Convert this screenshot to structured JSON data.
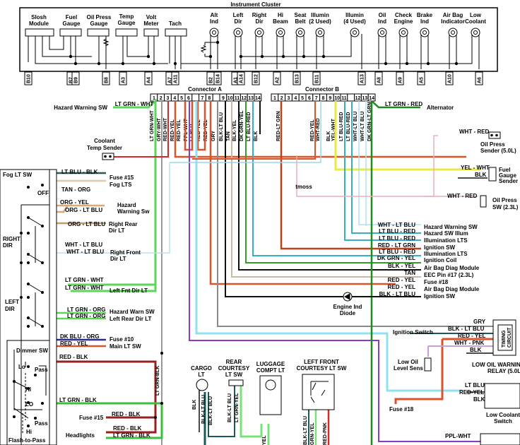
{
  "colors": {
    "lt_grn": "#5ad65a",
    "dk_grn": "#1f8a1f",
    "red": "#d62828",
    "red_yel": "#d9542a",
    "org": "#c98a5a",
    "tan": "#c8b8a0",
    "gry": "#8a8a8a",
    "blk": "#111111",
    "lt_blu": "#8fd8e8",
    "teal": "#35b0c0",
    "ppl": "#8a3ac8",
    "yel": "#eaea40",
    "pnk": "#e8a0b8",
    "dk_red": "#9a1f1f",
    "dk_blu": "#2a2a8a"
  },
  "cluster": {
    "title": "Instrument Cluster",
    "gauges": [
      {
        "label": [
          "Slosh",
          "Module"
        ]
      },
      {
        "label": [
          "Fuel",
          "Gauge"
        ]
      },
      {
        "label": [
          "Oil Press",
          "Gauge"
        ]
      },
      {
        "label": [
          "Temp",
          "Gauge"
        ]
      },
      {
        "label": [
          "Volt",
          "Meter"
        ]
      },
      {
        "label": [
          "Tach"
        ]
      }
    ],
    "lamps": [
      {
        "label": [
          "Alt",
          "Ind"
        ]
      },
      {
        "label": [
          "Left",
          "Dir"
        ]
      },
      {
        "label": [
          "Right",
          "Dir"
        ]
      },
      {
        "label": [
          "Hi",
          "Beam"
        ]
      },
      {
        "label": [
          "Seat",
          "Belt"
        ]
      },
      {
        "label": [
          "Illumin",
          "(2 Used)"
        ]
      },
      {
        "label": [
          "Illumin",
          "(4 Used)"
        ]
      },
      {
        "label": [
          "Oil",
          "Ind"
        ]
      },
      {
        "label": [
          "Check",
          "Engine"
        ]
      },
      {
        "label": [
          "Brake",
          "Ind"
        ]
      },
      {
        "label": [
          "Air Bag",
          "Indicator"
        ]
      },
      {
        "label": [
          "Low",
          "Coolant"
        ]
      }
    ],
    "pins": [
      "B10",
      "B7",
      "B9",
      "B8",
      "A3",
      "A4",
      "A7",
      "A11",
      "B2",
      "B14",
      "A1",
      "A14",
      "B12",
      "A2",
      "B13",
      "B11",
      "A13",
      "A8",
      "A9",
      "A5",
      "A10",
      "A6"
    ]
  },
  "connector_a": {
    "title": "Connector A",
    "pins": [
      "1",
      "2",
      "3",
      "4",
      "5",
      "6",
      "",
      "7",
      "8",
      "",
      "9",
      "10",
      "11",
      "12",
      "13",
      "14"
    ],
    "wires": [
      "LT GRN-WHT",
      "GRY-WHT",
      "RED-WHT",
      "RED-YEL",
      "RED-YEL",
      "PPL-WHT",
      "LT BLU",
      "RED-YEL",
      "RED-YEL",
      "GRY",
      "BLK-LT BLU",
      "TAN",
      "BLK-YEL",
      "DK GRN-YEL",
      "LT BLU-RED",
      "BLK"
    ]
  },
  "connector_b": {
    "title": "Connector B",
    "pins": [
      "1",
      "2",
      "3",
      "4",
      "5",
      "6",
      "7",
      "8",
      "9",
      "10",
      "11",
      "",
      "12",
      "13",
      "14"
    ],
    "wires": [
      "RED-LT GRN",
      "RED-YEL",
      "WHT-RED",
      "BLK",
      "YEL-WHT",
      "LT BLU-RED",
      "LT BLU-RED",
      "WHT-LT BLU",
      "WHT-LT BLU",
      "DK GRN-LT GRN"
    ]
  },
  "left": {
    "hazard_warning_sw": "Hazard Warning SW",
    "hazard_wire": "LT GRN - WHT",
    "coolant_sender": [
      "Coolant",
      "Temp Sender"
    ],
    "fog_sw": "Fog LT SW",
    "fog_off": "OFF",
    "fog_wires": [
      {
        "wire": "LT BLU - BLK",
        "dest": "Fuse #15"
      },
      {
        "wire": "TAN - ORG",
        "dest": "Fog LTS"
      }
    ],
    "right_dir": [
      "RIGHT",
      "DIR"
    ],
    "left_dir": [
      "LEFT",
      "DIR"
    ],
    "dir_wires": [
      {
        "wire": "ORG - YEL",
        "dest": ""
      },
      {
        "wire": "ORG - LT BLU",
        "dest": ""
      },
      {
        "wire": "ORG - LT BLU",
        "dest": ""
      },
      {
        "wire": "WHT - LT BLU",
        "dest": ""
      },
      {
        "wire": "WHT - LT BLU",
        "dest": ""
      },
      {
        "wire": "LT GRN - WHT",
        "dest": ""
      },
      {
        "wire": "LT GRN - WHT",
        "dest": "Left Fnt Dir LT"
      },
      {
        "wire": "LT GRN - ORG",
        "dest": "Hazard Warn SW"
      },
      {
        "wire": "LT GRN - ORG",
        "dest": "Left Rear Dir LT"
      }
    ],
    "hazard_warning_sw2": [
      "Hazard",
      "Warning Sw"
    ],
    "right_rear_dir": [
      "Right Rear",
      "Dir LT"
    ],
    "right_front_dir": [
      "Right Front",
      "Dir LT"
    ],
    "dimmer_sw": "Dimmer SW",
    "dimmer_wires": [
      {
        "wire": "DK BLU - ORG",
        "dest": "Fuse #10"
      },
      {
        "wire": "RED - YEL",
        "dest": "Main LT SW"
      },
      {
        "wire": "RED - BLK",
        "dest": ""
      },
      {
        "wire": "LT GRN - BLK",
        "dest": ""
      }
    ],
    "lo": "Lo",
    "pass": "Pass",
    "hi": "HI",
    "lo2": "LO",
    "pass2": "Pass",
    "hi2": "Hi",
    "flash_to_pass": "Flash-to-Pass",
    "fuse15": "Fuse #15",
    "fuse15_wire": "RED - BLK",
    "headlights": "Headlights",
    "head_wires": [
      "RED - BLK",
      "LT GRN - BLK"
    ],
    "vertical_wire": "LT GRN-BLK"
  },
  "middle": {
    "tmoss": "tmoss",
    "engine_diode": [
      "Engine Ind",
      "Diode"
    ],
    "cargo": [
      "CARGO",
      "LT"
    ],
    "rear_courtesy": [
      "REAR",
      "COURTESY",
      "LT SW"
    ],
    "luggage": [
      "LUGGAGE",
      "COMPT LT"
    ],
    "left_front_courtesy": [
      "LEFT FRONT",
      "COURTESY LT SW"
    ],
    "cargo_wires": [
      "BLK",
      "BLK-LT BLU",
      "BLK-LT BLU"
    ],
    "rear_wires": [
      "BLK-LT BLU",
      "LT GRN-YEL"
    ],
    "luggage_wire": "YEL",
    "lf_wires": [
      "BLK-LT BLU",
      "GRN-YEL",
      "RED-PNK"
    ]
  },
  "right": {
    "alternator_wire": "LT GRN - RED",
    "alternator": "Alternator",
    "oil_sender_wire": "WHT - RED",
    "oil_sender": [
      "Oil Press",
      "Sender (5.0L)"
    ],
    "fuel_wires": [
      "YEL - WHT",
      "BLK"
    ],
    "fuel_sender": [
      "Fuel",
      "Gauge",
      "Sender"
    ],
    "oil_sw_wire": "WHT - RED",
    "oil_sw": [
      "Oil Press",
      "SW (2.3L)"
    ],
    "harness": [
      {
        "wire": "WHT - LT BLU",
        "dest": "Hazard Warning SW"
      },
      {
        "wire": "LT BLU - RED",
        "dest": "Hazard SW Illum"
      },
      {
        "wire": "LT BLU - RED",
        "dest": "Illumination LTS"
      },
      {
        "wire": "RED - LT GRN",
        "dest": "Ignition SW"
      },
      {
        "wire": "LT BLU - RED",
        "dest": "Illumination LTS"
      },
      {
        "wire": "DK GRN - YEL",
        "dest": "Ignition Coil"
      },
      {
        "wire": "BLK - YEL",
        "dest": "Air Bag Diag Module"
      },
      {
        "wire": "TAN",
        "dest": "EEC Pin #17 (2.3L)"
      },
      {
        "wire": "RED - YEL",
        "dest": "Fuse #18"
      },
      {
        "wire": "RED - YEL",
        "dest": "Air Bag Diag Module"
      },
      {
        "wire": "BLK - LT BLU",
        "dest": "Ignition SW"
      }
    ],
    "relay_wires": [
      "GRY",
      "BLK - LT BLU",
      "RED - YEL",
      "WHT - PNK",
      "BLK"
    ],
    "ignition_switch": "Ignition Switch",
    "timing_circuit": [
      "TIMING",
      "CIRCUIT"
    ],
    "low_oil_sens": [
      "Low Oil",
      "Level Sens"
    ],
    "low_oil_relay": [
      "LOW OIL WARNING",
      "RELAY (5.0L)"
    ],
    "coolant_wires": [
      "LT BLU",
      "RED-YEL",
      "BLK"
    ],
    "low_coolant": [
      "Low Coolant",
      "Switch"
    ],
    "fuse18": "Fuse #18",
    "ppl_wire": "PPL-WHT"
  }
}
